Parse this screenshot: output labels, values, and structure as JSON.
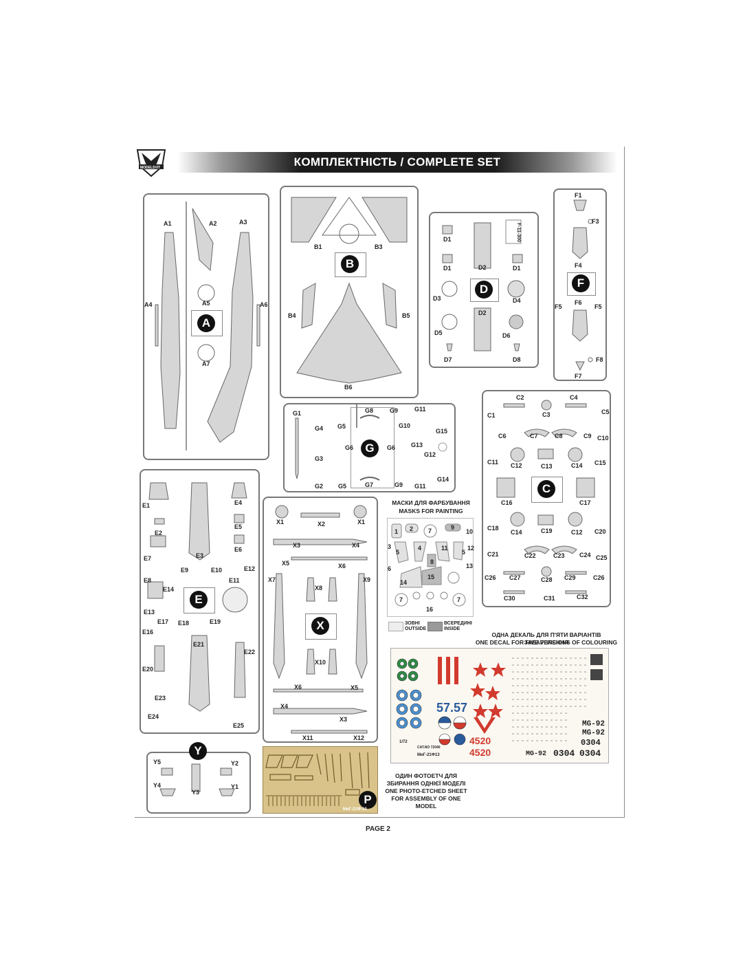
{
  "header": {
    "title": "КОМПЛЕКТНІСТЬ / COMPLETE SET",
    "brand": "MODELSVIT"
  },
  "sprues": {
    "A": {
      "badge": "A",
      "labels": [
        "A1",
        "A2",
        "A3",
        "A4",
        "A5",
        "A6",
        "A7"
      ]
    },
    "B": {
      "badge": "B",
      "labels": [
        "B1",
        "B3",
        "B4",
        "B5",
        "B6"
      ]
    },
    "D": {
      "badge": "D",
      "labels": [
        "D1",
        "D1",
        "D2",
        "D1",
        "D3",
        "D4",
        "D2",
        "D5",
        "D6",
        "D7",
        "D8"
      ],
      "code": "F-11-300"
    },
    "F": {
      "badge": "F",
      "labels": [
        "F1",
        "F3",
        "F4",
        "F5",
        "F6",
        "F5",
        "F8",
        "F7"
      ]
    },
    "G": {
      "badge": "G",
      "labels": [
        "G1",
        "G4",
        "G5",
        "G8",
        "G9",
        "G11",
        "G10",
        "G15",
        "G3",
        "G6",
        "G6",
        "G13",
        "G12",
        "G2",
        "G5",
        "G7",
        "G9",
        "G11",
        "G14"
      ]
    },
    "C": {
      "badge": "C",
      "labels": [
        "C2",
        "C4",
        "C1",
        "C3",
        "C5",
        "C6",
        "C7",
        "C8",
        "C9",
        "C10",
        "C11",
        "C12",
        "C13",
        "C14",
        "C15",
        "C16",
        "C17",
        "C18",
        "C14",
        "C19",
        "C12",
        "C20",
        "C21",
        "C22",
        "C23",
        "C24",
        "C25",
        "C26",
        "C27",
        "C28",
        "C29",
        "C26",
        "C30",
        "C31",
        "C32"
      ]
    },
    "E": {
      "badge": "E",
      "labels": [
        "E1",
        "E4",
        "E2",
        "E5",
        "E6",
        "E7",
        "E3",
        "E8",
        "E9",
        "E10",
        "E11",
        "E12",
        "E14",
        "E13",
        "E16",
        "E17",
        "E18",
        "E19",
        "E21",
        "E20",
        "E22",
        "E23",
        "E24",
        "E25"
      ]
    },
    "X": {
      "badge": "X",
      "labels": [
        "X1",
        "X2",
        "X1",
        "X3",
        "X4",
        "X5",
        "X6",
        "X7",
        "X8",
        "X9",
        "X10",
        "X6",
        "X5",
        "X4",
        "X3",
        "X11",
        "X12"
      ]
    },
    "Y": {
      "badge": "Y",
      "labels": [
        "Y5",
        "Y2",
        "Y4",
        "Y3",
        "Y1"
      ]
    },
    "P": {
      "badge": "P",
      "code": "МиГ-21Ф-13"
    }
  },
  "masks": {
    "title_ua": "МАСКИ ДЛЯ ФАРБУВАННЯ",
    "title_en": "MASKS FOR PAINTING",
    "numbers": [
      "1",
      "2",
      "7",
      "9",
      "10",
      "3",
      "4",
      "11",
      "5",
      "12",
      "5",
      "6",
      "8",
      "13",
      "15",
      "14",
      "7",
      "7",
      "16"
    ],
    "legend_outside_ua": "ЗОВНІ",
    "legend_outside_en": "OUTSIDE",
    "legend_inside_ua": "ВСЕРЕДИНІ",
    "legend_inside_en": "INSIDE"
  },
  "decal": {
    "caption_ua": "ОДНА ДЕКАЛЬ ДЛЯ П'ЯТИ ВАРІАНТІВ ЗАБАРВЛЕННЯ",
    "caption_en": "ONE DECAL FOR FIVE VERSIONS OF COLOURING",
    "big_numbers": [
      "57.57",
      "4520",
      "4520",
      "MG-92",
      "MG-92",
      "0304",
      "0304",
      "MG-92",
      "0304"
    ],
    "scale": "1/72",
    "cat_no": "CAT.NO 72040",
    "model": "МиГ-21Ф13",
    "colors": {
      "red": "#d23a2e",
      "blue": "#2a5a9c",
      "green": "#2e8b45"
    }
  },
  "pe": {
    "caption_ua": "ОДИН ФОТОЕТЧ ДЛЯ ЗБИРАННЯ ОДНІЄЇ МОДЕЛІ",
    "caption_en": "ONE PHOTO-ETCHED SHEET FOR ASSEMBLY OF ONE MODEL",
    "color": "#d9c38a"
  },
  "footer": {
    "page": "PAGE 2"
  }
}
